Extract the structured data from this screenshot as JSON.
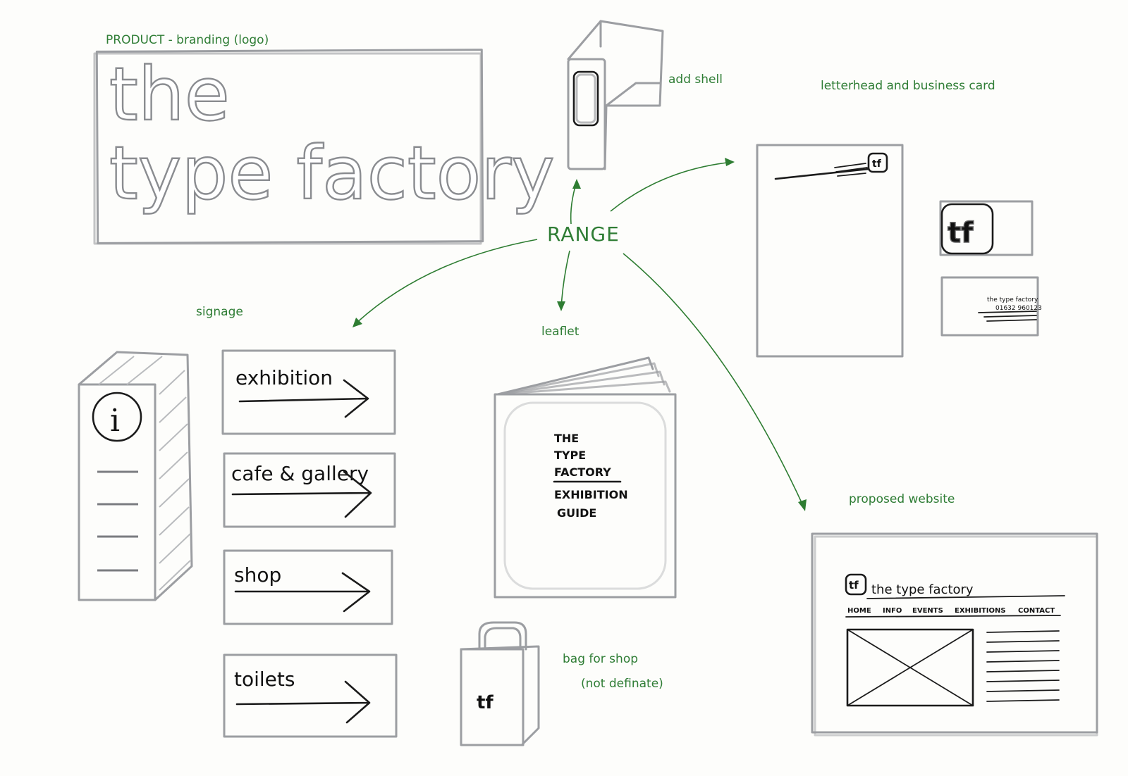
{
  "labels": {
    "product": "PRODUCT - branding (logo)",
    "range": "RANGE",
    "add_shell": "add shell",
    "letterhead": "letterhead and business card",
    "signage": "signage",
    "leaflet": "leaflet",
    "website": "proposed website",
    "bag_line1": "bag for shop",
    "bag_line2": "(not definate)"
  },
  "logo": {
    "line1": "the",
    "line2": "type factory"
  },
  "signs": [
    "exhibition",
    "cafe & gallery",
    "shop",
    "toilets"
  ],
  "info_symbol": "i",
  "monogram": "tf",
  "leaflet_text": [
    "THE",
    "TYPE",
    "FACTORY",
    "EXHIBITION",
    "GUIDE"
  ],
  "business_card": {
    "name": "the type factory",
    "number": "01632 960123"
  },
  "website": {
    "title": "the type factory",
    "nav": [
      "HOME",
      "INFO",
      "EVENTS",
      "EXHIBITIONS",
      "CONTACT"
    ]
  },
  "colors": {
    "annotation": "#2f7d35",
    "pencil": "#9c9ea2",
    "ink": "#1b1b1b"
  }
}
